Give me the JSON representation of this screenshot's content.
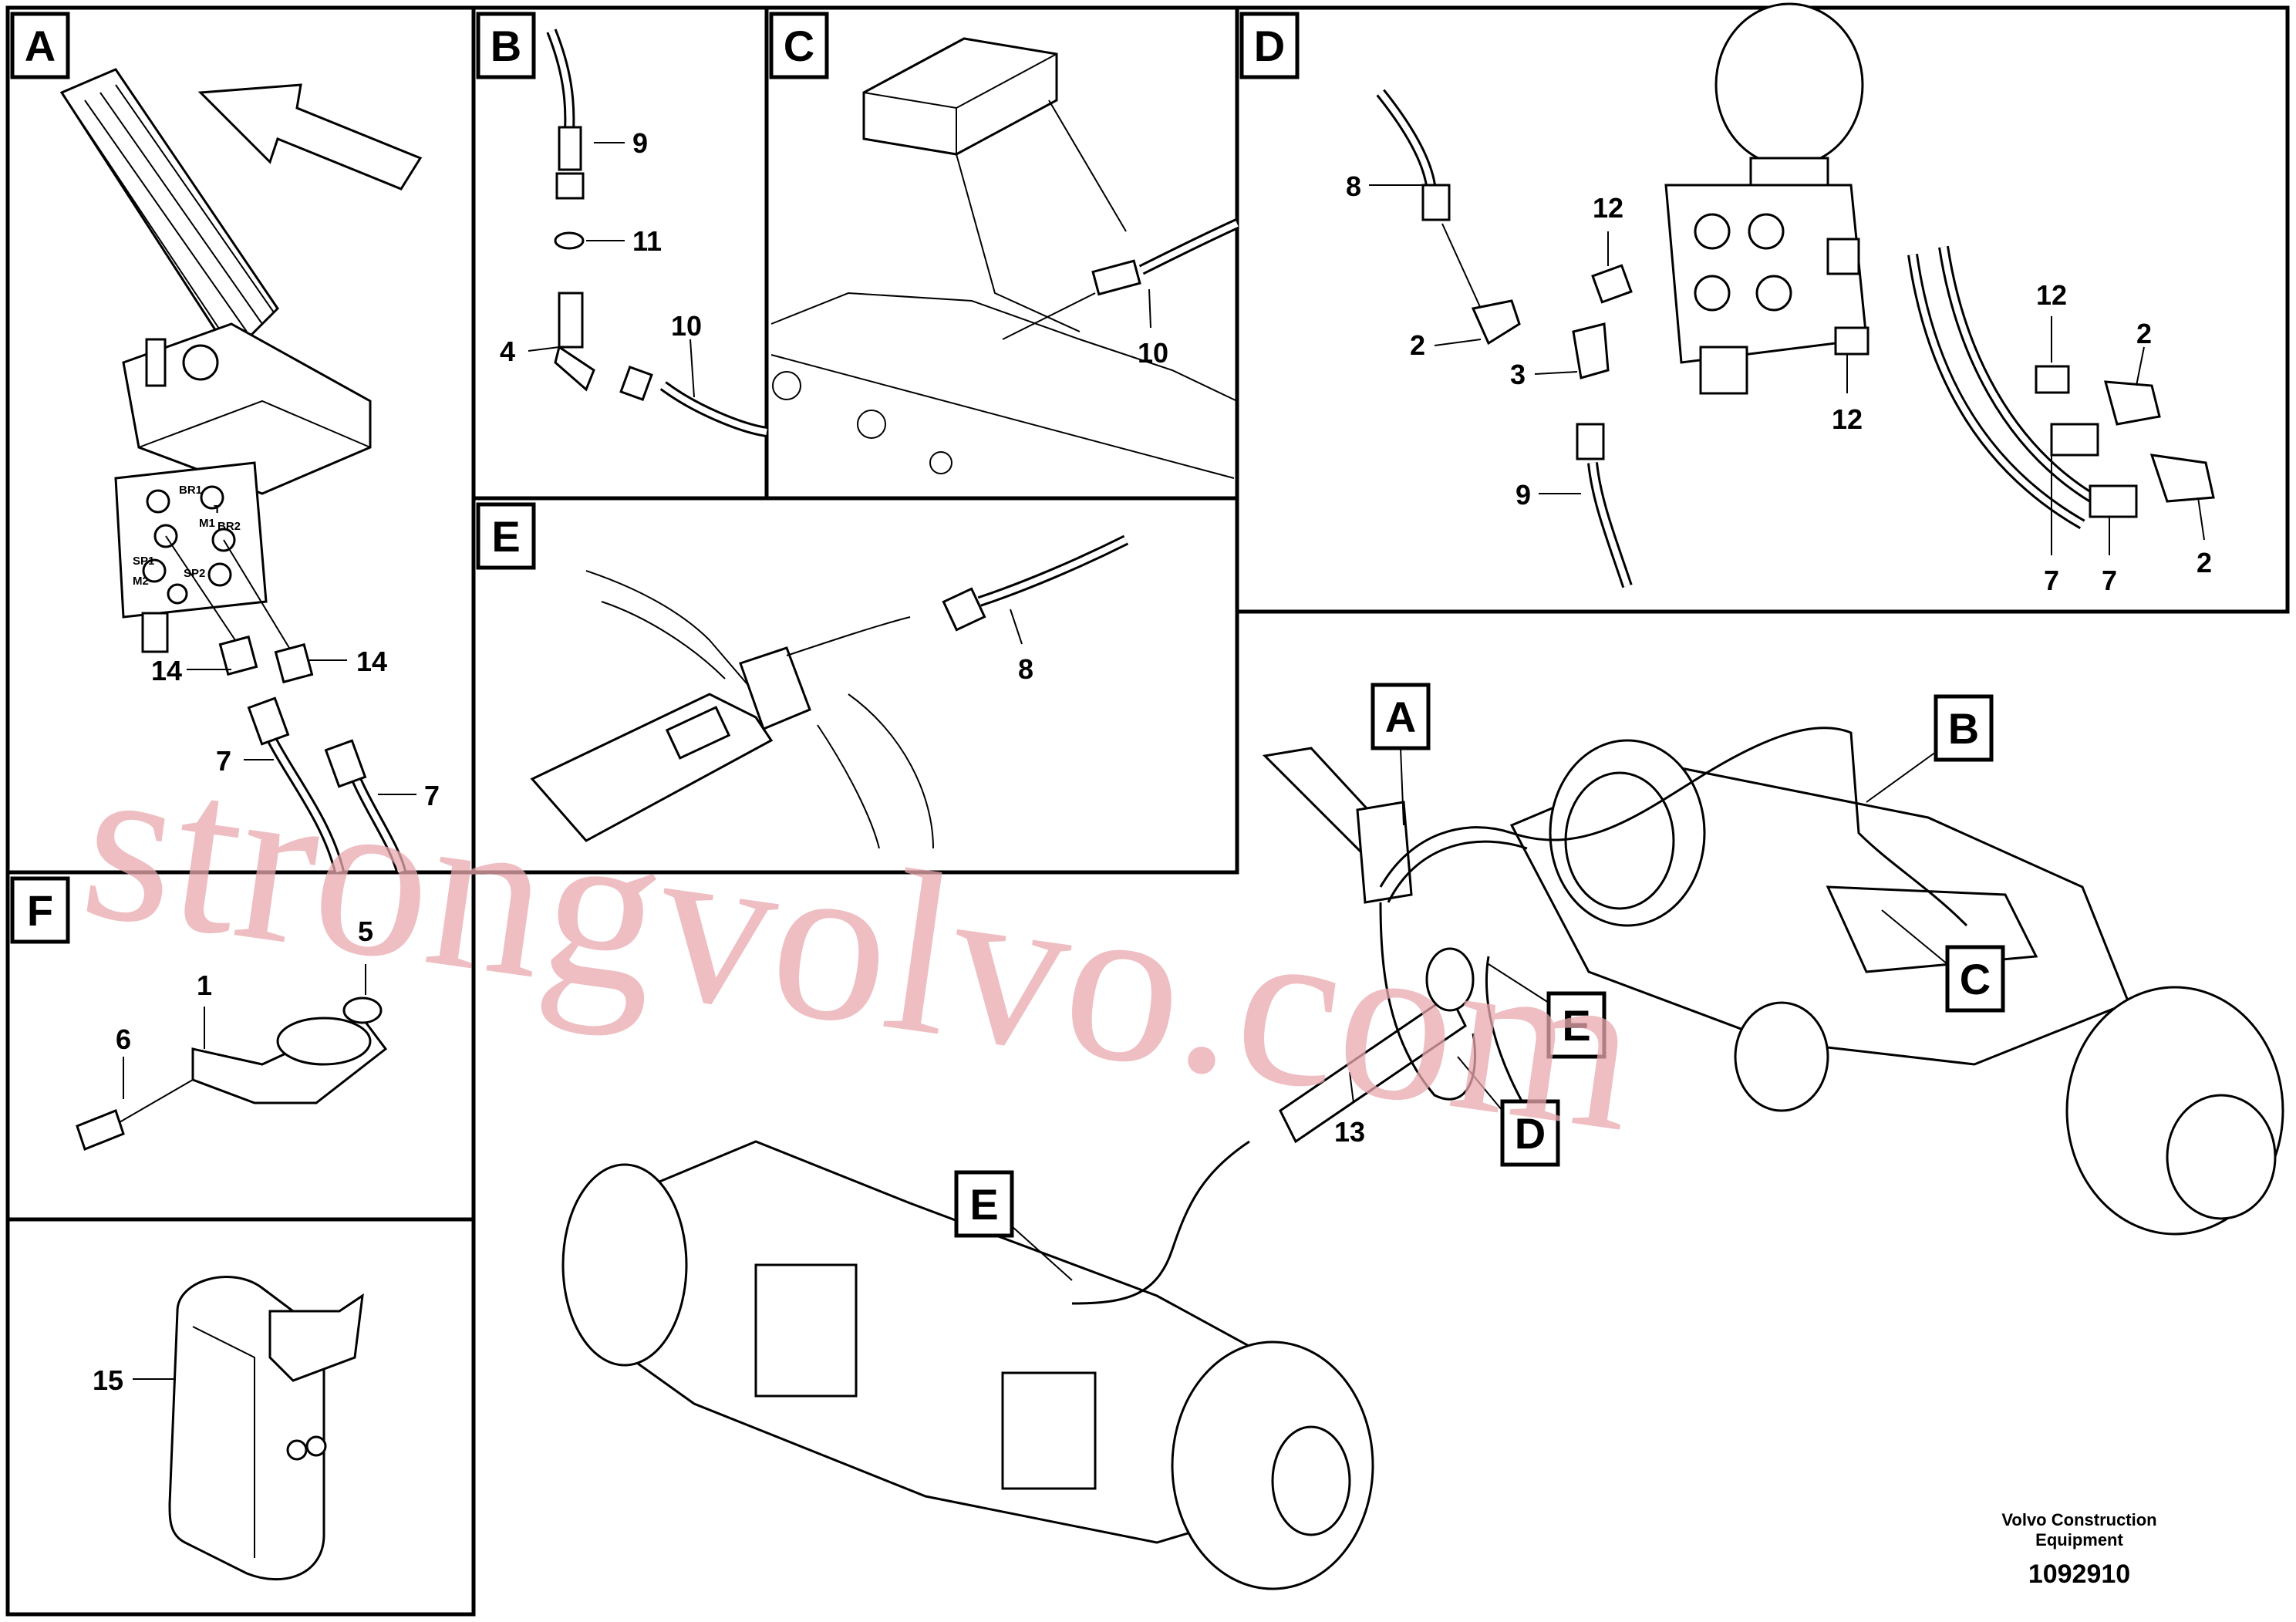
{
  "panels": [
    {
      "id": "A",
      "label": "A",
      "callouts": [
        "14",
        "14",
        "7",
        "7"
      ],
      "port_marks": [
        "BR1",
        "T",
        "M1",
        "BR2",
        "SP1",
        "M2",
        "SP2"
      ]
    },
    {
      "id": "B",
      "label": "B",
      "callouts": [
        "9",
        "11",
        "4",
        "10"
      ]
    },
    {
      "id": "C",
      "label": "C",
      "callouts": [
        "10"
      ]
    },
    {
      "id": "D",
      "label": "D",
      "callouts": [
        "8",
        "12",
        "2",
        "3",
        "9",
        "12",
        "12",
        "2",
        "7",
        "7",
        "2"
      ]
    },
    {
      "id": "E",
      "label": "E",
      "callouts": [
        "8"
      ]
    },
    {
      "id": "F",
      "label": "F",
      "callouts": [
        "5",
        "1",
        "6"
      ]
    },
    {
      "id": "G",
      "label": "",
      "callouts": [
        "15"
      ]
    }
  ],
  "overview": {
    "tags": [
      "A",
      "B",
      "C",
      "E",
      "D",
      "E"
    ],
    "callouts": [
      "13"
    ]
  },
  "watermark": "strongvolvo.com",
  "credit": {
    "line1": "Volvo Construction",
    "line2": "Equipment",
    "doc_number": "1092910"
  },
  "colors": {
    "line": "#000000",
    "background": "#ffffff",
    "watermark": "#e8a8ad"
  }
}
